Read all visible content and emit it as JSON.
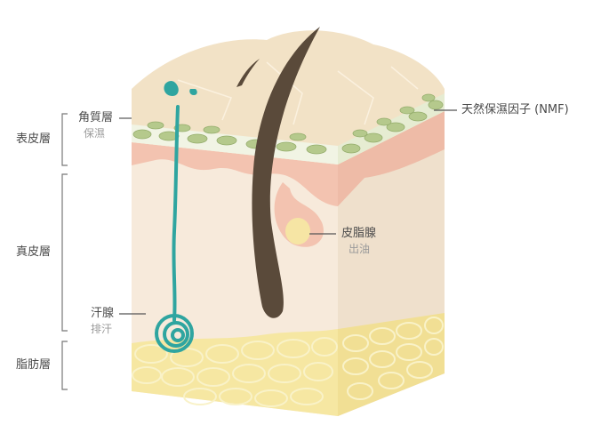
{
  "layers": {
    "epidermis": "表皮層",
    "dermis": "真皮層",
    "subcutis": "脂肪層"
  },
  "callouts": {
    "stratum_corneum": {
      "label": "角質層",
      "sub": "保濕"
    },
    "nmf": {
      "label": "天然保濕因子 (NMF)"
    },
    "sebaceous_gland": {
      "label": "皮脂腺",
      "sub": "出油"
    },
    "sweat_gland": {
      "label": "汗腺",
      "sub": "排汗"
    }
  },
  "colors": {
    "surface": "#f2e2c6",
    "epidermis_pink": "#f3c3b0",
    "dermis": "#f7eadb",
    "dermis_side": "#efe0cc",
    "fat": "#f6e7a2",
    "fat_cell_line": "#f9f2c8",
    "nmf_cell": "#b5c98c",
    "nmf_band": "#f1f4e4",
    "hair": "#5a4a3a",
    "sweat_duct": "#2fa5a0",
    "sebum": "#f6e5a4",
    "bracket": "#777777"
  }
}
